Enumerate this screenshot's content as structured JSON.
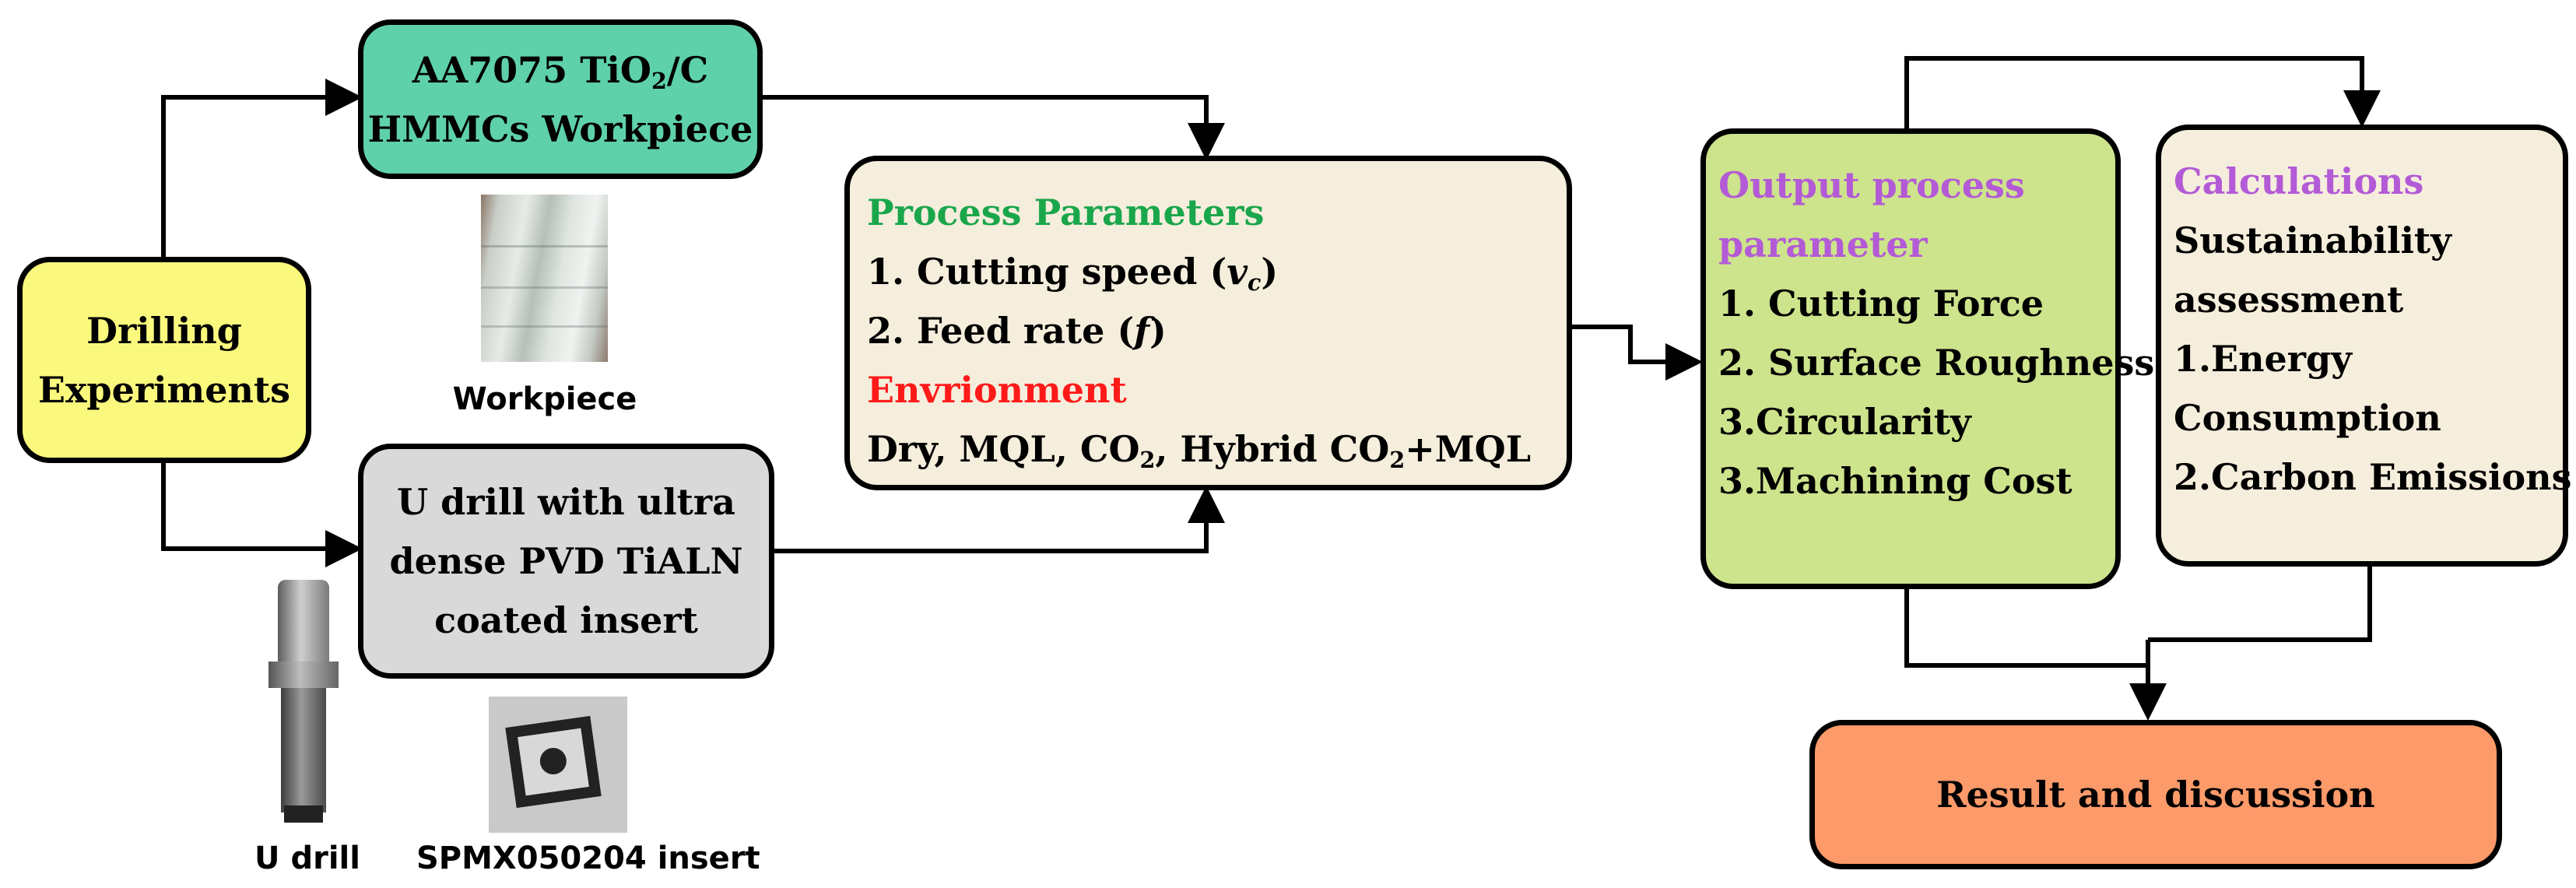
{
  "drilling": {
    "line1": "Drilling",
    "line2": "Experiments"
  },
  "workpiece_box": {
    "line1_pre": "AA7075 TiO",
    "line1_sub": "2",
    "line1_post": "/C",
    "line2": "HMMCs Workpiece"
  },
  "tool_box": {
    "line1": "U drill with ultra",
    "line2": "dense PVD TiALN",
    "line3": "coated insert"
  },
  "process": {
    "heading": "Process Parameters",
    "item1_pre": "1. Cutting speed (",
    "item1_var": "v",
    "item1_var_sub": "c",
    "item1_post": ")",
    "item2_pre": "2. Feed rate (",
    "item2_var": "f",
    "item2_post": ")",
    "env_heading": "Envrionment",
    "env_a": "Dry, MQL, CO",
    "env_a_sub": "2",
    "env_b": ", Hybrid CO",
    "env_b_sub": "2",
    "env_c": "+MQL"
  },
  "output": {
    "heading_line1": "Output process",
    "heading_line2": "parameter",
    "items": [
      "1. Cutting Force",
      "2. Surface Roughness",
      "3.Circularity",
      "3.Machining Cost"
    ]
  },
  "calc": {
    "heading": "Calculations",
    "lines": [
      "Sustainability",
      "assessment",
      "1.Energy",
      "Consumption",
      "2.Carbon Emissions"
    ]
  },
  "result": {
    "label": "Result and discussion"
  },
  "captions": {
    "workpiece": "Workpiece",
    "udrill": "U drill",
    "insert": "SPMX050204 insert"
  },
  "colors": {
    "drilling": "#fbf97d",
    "workpiece": "#5ed1aa",
    "tool": "#d9d9d9",
    "process": "#f5eedc",
    "output": "#cde38c",
    "calc": "#f5eedc",
    "result": "#fd9a6a",
    "heading_green": "#1aa64b",
    "heading_red": "#ff1a1a",
    "heading_purple": "#b35ad6"
  }
}
